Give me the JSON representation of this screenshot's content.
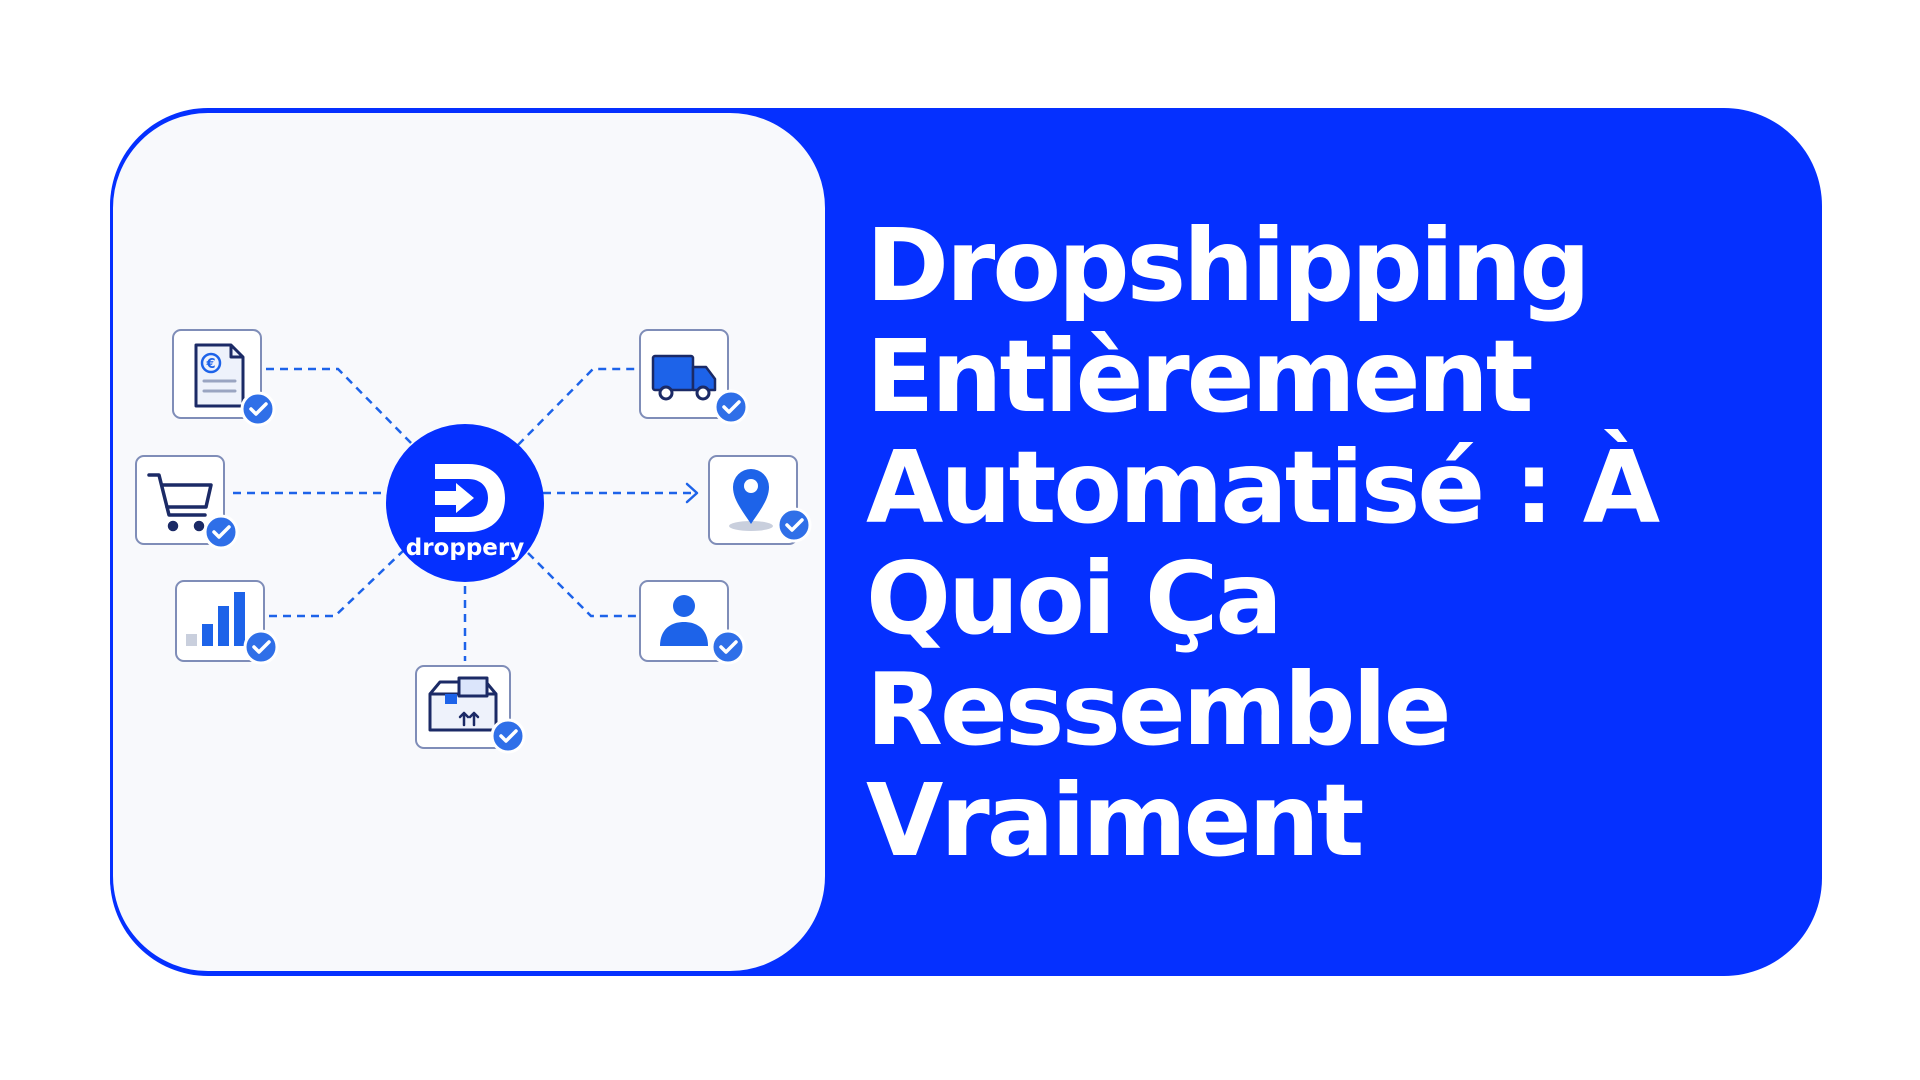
{
  "colors": {
    "brand_blue": "#0530ff",
    "icon_blue": "#1d63e9",
    "panel_bg": "#f8f9fc",
    "tile_border": "#7f8db8",
    "badge_blue": "#2f6fe8"
  },
  "logo": {
    "wordmark": "droppery"
  },
  "headline": {
    "lines": [
      "Dropshipping",
      "Entièrement",
      "Automatisé : À",
      "Quoi Ça",
      "Ressemble",
      "Vraiment"
    ]
  },
  "nodes": [
    {
      "id": "invoice",
      "icon": "euro-invoice-icon",
      "status": "check-badge-icon"
    },
    {
      "id": "cart",
      "icon": "shopping-cart-icon",
      "status": "check-badge-icon"
    },
    {
      "id": "analytics",
      "icon": "bar-chart-icon",
      "status": "check-badge-icon"
    },
    {
      "id": "package",
      "icon": "package-box-icon",
      "status": "check-badge-icon"
    },
    {
      "id": "shipping",
      "icon": "delivery-truck-icon",
      "status": "check-badge-icon"
    },
    {
      "id": "location",
      "icon": "location-pin-icon",
      "status": "check-badge-icon"
    },
    {
      "id": "customer",
      "icon": "user-profile-icon",
      "status": "check-badge-icon"
    }
  ]
}
